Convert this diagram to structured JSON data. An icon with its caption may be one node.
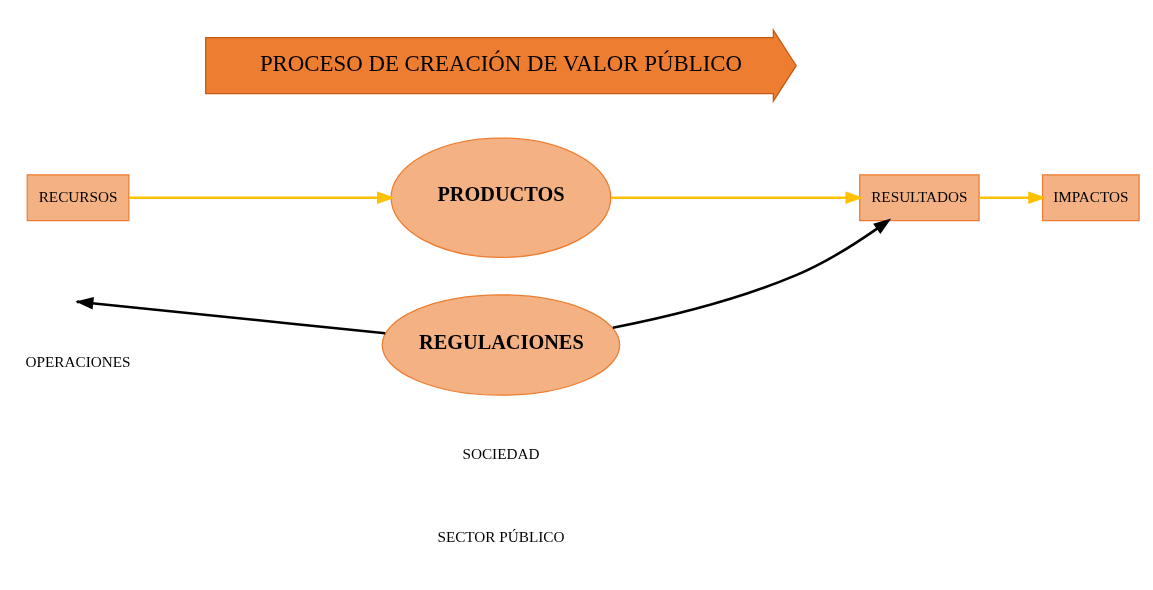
{
  "diagram": {
    "nodes": [
      {
        "text": [
          "REGULACIONES"
        ]
      },
      {
        "text": [
          "RECURSOS"
        ]
      },
      {
        "text": [
          "PRODUCTOS"
        ]
      },
      {
        "text": [
          "RESULTADOS"
        ]
      },
      {
        "text": [
          "IMPACTOS"
        ]
      },
      {
        "text": [
          "PROCESO DE CREACIÓN DE VALOR PÚBLICO"
        ]
      }
    ],
    "edges": [
      {
        "from": 0,
        "to": null,
        "arrow": "to",
        "color": "#000000"
      },
      {
        "from": 0,
        "to": 3,
        "arrow": "to",
        "color": "#000000"
      },
      {
        "from": 1,
        "to": 2,
        "arrow": "to"
      },
      {
        "from": 2,
        "to": 3,
        "arrow": "to"
      },
      {
        "from": 3,
        "to": 4,
        "arrow": "to"
      }
    ],
    "labels": [
      "SECTOR PÚBLICO",
      "SOCIEDAD",
      "OPERACIONES"
    ]
  }
}
